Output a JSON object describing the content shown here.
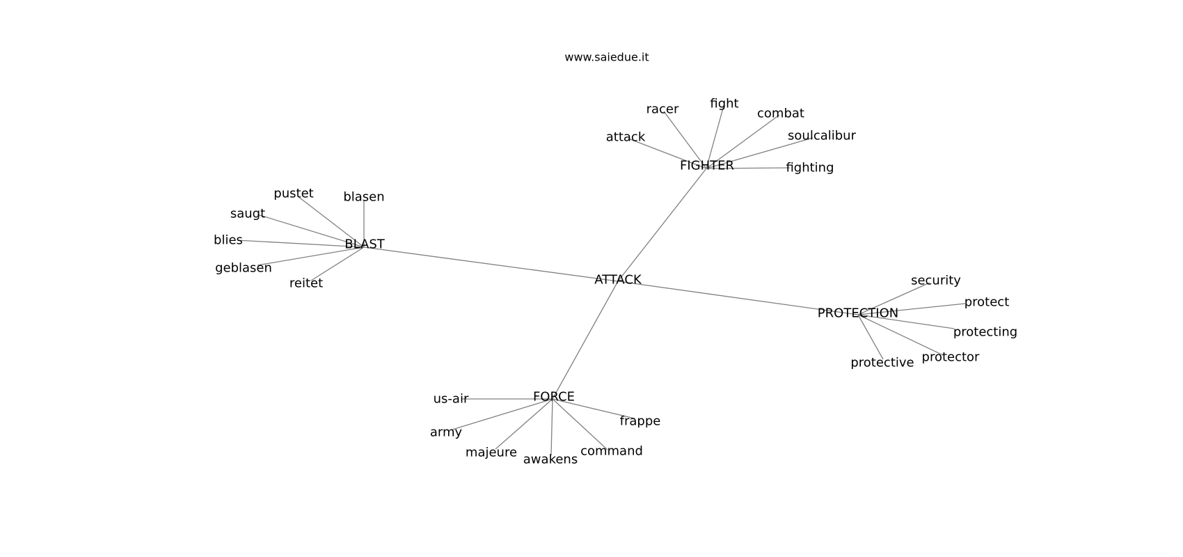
{
  "watermark": "www.saiedue.it",
  "colors": {
    "edge": "#808080",
    "text": "#000000",
    "background": "#ffffff"
  },
  "graph": {
    "center": "ATTACK",
    "hubs": [
      {
        "label": "FIGHTER",
        "leaves": [
          "racer",
          "fight",
          "combat",
          "attack",
          "soulcalibur",
          "fighting"
        ]
      },
      {
        "label": "BLAST",
        "leaves": [
          "pustet",
          "blasen",
          "saugt",
          "blies",
          "geblasen",
          "reitet"
        ]
      },
      {
        "label": "PROTECTION",
        "leaves": [
          "security",
          "protect",
          "protecting",
          "protector",
          "protective"
        ]
      },
      {
        "label": "FORCE",
        "leaves": [
          "us-air",
          "army",
          "majeure",
          "awakens",
          "command",
          "frappe"
        ]
      }
    ]
  }
}
